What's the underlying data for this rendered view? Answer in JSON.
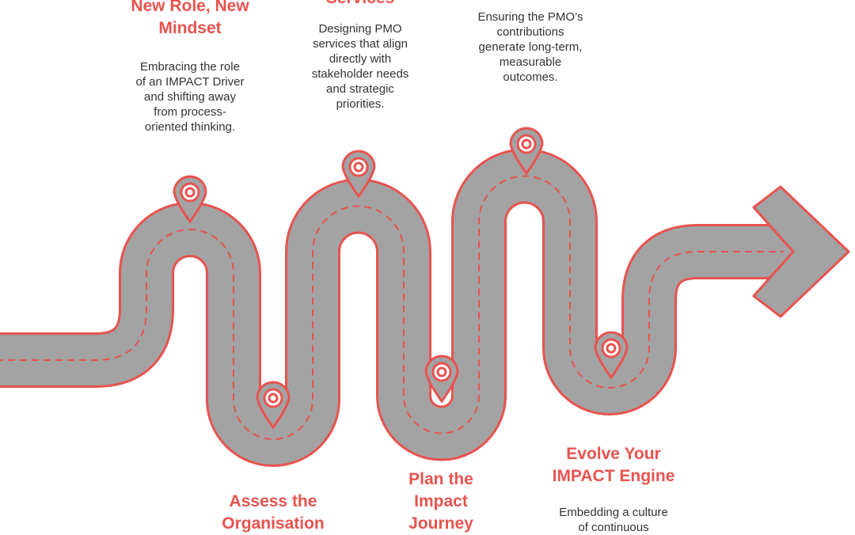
{
  "colors": {
    "accent": "#e8534f",
    "road": "#a3a3a3",
    "text": "#333333",
    "background": "#ffffff"
  },
  "steps": [
    {
      "title_lines": [
        "New Role, New",
        "Mindset"
      ],
      "desc_lines": [
        "Embracing the role",
        "of an IMPACT Driver",
        "and shifting away",
        "from process-",
        "oriented thinking."
      ],
      "marker_icon": "map-pin-icon"
    },
    {
      "title_lines": [
        "Assess the",
        "Organisation"
      ],
      "desc_lines": [],
      "marker_icon": "map-pin-icon"
    },
    {
      "title_lines": [
        "Services"
      ],
      "desc_lines": [
        "Designing PMO",
        "services that align",
        "directly with",
        "stakeholder needs",
        "and strategic",
        "priorities."
      ],
      "marker_icon": "map-pin-icon"
    },
    {
      "title_lines": [
        "Plan the",
        "Impact",
        "Journey"
      ],
      "desc_lines": [],
      "marker_icon": "map-pin-icon"
    },
    {
      "title_lines": [],
      "desc_lines": [
        "Ensuring the PMO’s",
        "contributions",
        "generate long-term,",
        "measurable",
        "outcomes."
      ],
      "marker_icon": "map-pin-icon"
    },
    {
      "title_lines": [
        "Evolve Your",
        "IMPACT Engine"
      ],
      "desc_lines": [
        "Embedding a culture",
        "of continuous"
      ],
      "marker_icon": "map-pin-icon"
    }
  ]
}
